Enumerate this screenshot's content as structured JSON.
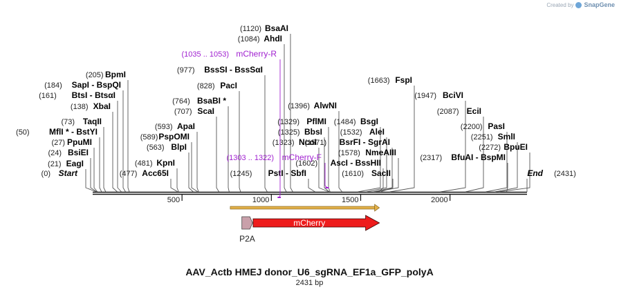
{
  "header": {
    "created_by": "Created by",
    "brand_name": "SnapGene"
  },
  "plasmid": {
    "name": "AAV_Actb HMEJ donor_U6_sgRNA_EF1a_GFP_polyA",
    "length_label": "2431 bp",
    "length_bp": 2431
  },
  "colors": {
    "backbone": "#111111",
    "primer": "#a020d0",
    "feature_mcherry": "#ee1c1c",
    "feature_p2a": "#c9a0aa",
    "orf_bar": "#e2b04a",
    "leader_line": "#555555"
  },
  "axis": {
    "ticks": [
      {
        "bp": 500,
        "label": "500"
      },
      {
        "bp": 1000,
        "label": "1000"
      },
      {
        "bp": 1500,
        "label": "1500"
      },
      {
        "bp": 2000,
        "label": "2000"
      }
    ]
  },
  "sites": [
    {
      "pos": "(0)",
      "name": "Start",
      "bp": 0,
      "special": true
    },
    {
      "pos": "(21)",
      "name": "EagI",
      "bp": 21
    },
    {
      "pos": "(24)",
      "name": "BsiEI",
      "bp": 24
    },
    {
      "pos": "(27)",
      "name": "PpuMI",
      "bp": 27
    },
    {
      "pos": "(50)",
      "name": "MflI * - BstYI",
      "bp": 50
    },
    {
      "pos": "(73)",
      "name": "TaqII",
      "bp": 73
    },
    {
      "pos": "(138)",
      "name": "XbaI",
      "bp": 138
    },
    {
      "pos": "(161)",
      "name": "BtsI - BtsαI",
      "bp": 161
    },
    {
      "pos": "(184)",
      "name": "SapI - BspQI",
      "bp": 184
    },
    {
      "pos": "(205)",
      "name": "BpmI",
      "bp": 205
    },
    {
      "pos": "(477)",
      "name": "Acc65I",
      "bp": 477
    },
    {
      "pos": "(481)",
      "name": "KpnI",
      "bp": 481
    },
    {
      "pos": "(563)",
      "name": "BlpI",
      "bp": 563
    },
    {
      "pos": "(589)",
      "name": "PspOMI",
      "bp": 589
    },
    {
      "pos": "(593)",
      "name": "ApaI",
      "bp": 593
    },
    {
      "pos": "(707)",
      "name": "ScaI",
      "bp": 707
    },
    {
      "pos": "(764)",
      "name": "BsaBI *",
      "bp": 764
    },
    {
      "pos": "(828)",
      "name": "PacI",
      "bp": 828
    },
    {
      "pos": "(977)",
      "name": "BssSI - BssSαI",
      "bp": 977
    },
    {
      "pos": "(1084)",
      "name": "AhdI",
      "bp": 1084
    },
    {
      "pos": "(1120)",
      "name": "BsaAI",
      "bp": 1120
    },
    {
      "pos": "(1245)",
      "name": "PstI - SbfI",
      "bp": 1245
    },
    {
      "pos": "(1323)",
      "name": "NcoI",
      "bp": 1323
    },
    {
      "pos": "(1325)",
      "name": "BbsI",
      "bp": 1325
    },
    {
      "pos": "(1329)",
      "name": "PflMI",
      "bp": 1329
    },
    {
      "pos": "(1396)",
      "name": "AlwNI",
      "bp": 1396
    },
    {
      "pos": "(1484)",
      "name": "BsgI",
      "bp": 1484
    },
    {
      "pos": "(1532)",
      "name": "AleI",
      "bp": 1532
    },
    {
      "pos": "(1571)",
      "name": "BsrFI - SgrAI",
      "bp": 1571
    },
    {
      "pos": "(1578)",
      "name": "NmeAIII",
      "bp": 1578
    },
    {
      "pos": "(1602)",
      "name": "AscI - BssHII",
      "bp": 1602
    },
    {
      "pos": "(1610)",
      "name": "SacII",
      "bp": 1610
    },
    {
      "pos": "(1663)",
      "name": "FspI",
      "bp": 1663
    },
    {
      "pos": "(1947)",
      "name": "BciVI",
      "bp": 1947
    },
    {
      "pos": "(2087)",
      "name": "EciI",
      "bp": 2087
    },
    {
      "pos": "(2200)",
      "name": "PasI",
      "bp": 2200
    },
    {
      "pos": "(2251)",
      "name": "SmlI",
      "bp": 2251
    },
    {
      "pos": "(2272)",
      "name": "BpuEI",
      "bp": 2272
    },
    {
      "pos": "(2317)",
      "name": "BfuAI - BspMI",
      "bp": 2317
    },
    {
      "pos": "(2431)",
      "name": "End",
      "bp": 2431,
      "special": true
    }
  ],
  "primers": [
    {
      "range": "(1035 .. 1053)",
      "name": "mCherry-R",
      "start": 1035,
      "end": 1053,
      "direction": "reverse"
    },
    {
      "range": "(1303 .. 1322)",
      "name": "mCherry-F",
      "start": 1303,
      "end": 1322,
      "direction": "forward"
    }
  ],
  "features": [
    {
      "name": "P2A",
      "start": 835,
      "end": 895,
      "kind": "p2a"
    },
    {
      "name": "mCherry",
      "start": 898,
      "end": 1605,
      "kind": "mcherry"
    }
  ],
  "orf": {
    "start": 770,
    "end": 1605
  }
}
